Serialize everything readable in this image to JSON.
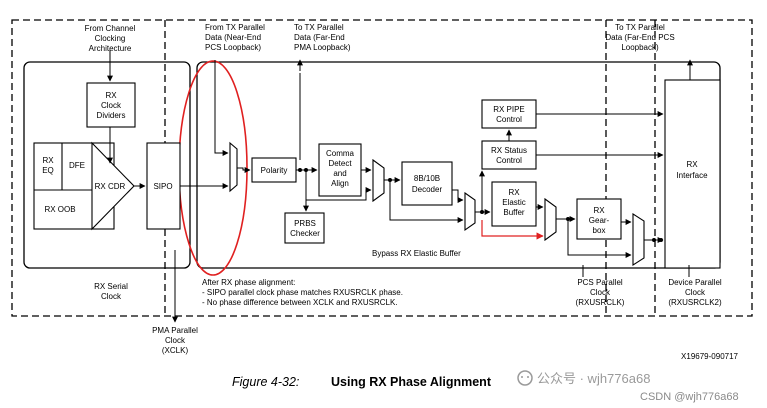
{
  "labels": {
    "from_channel_clocking": [
      "From Channel",
      "Clocking",
      "Architecture"
    ],
    "from_tx_parallel": [
      "From TX Parallel",
      "Data (Near-End",
      "PCS Loopback)"
    ],
    "to_tx_pma": [
      "To TX Parallel",
      "Data (Far-End",
      "PMA Loopback)"
    ],
    "to_tx_pcs": [
      "To TX Parallel",
      "Data (Far-End PCS",
      "Loopback)"
    ],
    "rx_serial_clock": [
      "RX Serial",
      "Clock"
    ],
    "pma_parallel_clock": [
      "PMA Parallel",
      "Clock",
      "(XCLK)"
    ],
    "phase_note": [
      "After RX phase alignment:",
      "- SIPO parallel clock phase matches RXUSRCLK phase.",
      "- No phase difference between XCLK and RXUSRCLK."
    ],
    "bypass_elastic": "Bypass RX Elastic Buffer",
    "pcs_parallel_clock": [
      "PCS Parallel",
      "Clock",
      "(RXUSRCLK)"
    ],
    "device_parallel_clock": [
      "Device Parallel",
      "Clock",
      "(RXUSRCLK2)"
    ],
    "figure_id": "X19679-090717"
  },
  "blocks": {
    "rx_clock_dividers": [
      "RX",
      "Clock",
      "Dividers"
    ],
    "rx_eq": [
      "RX",
      "EQ"
    ],
    "dfe": "DFE",
    "rx_cdr": "RX CDR",
    "rx_oob": "RX OOB",
    "sipo": "SIPO",
    "polarity": "Polarity",
    "comma_align": [
      "Comma",
      "Detect",
      "and",
      "Align"
    ],
    "prbs_checker": [
      "PRBS",
      "Checker"
    ],
    "decoder": [
      "8B/10B",
      "Decoder"
    ],
    "rx_pipe_control": [
      "RX PIPE",
      "Control"
    ],
    "rx_status_control": [
      "RX Status",
      "Control"
    ],
    "rx_elastic_buffer": [
      "RX",
      "Elastic",
      "Buffer"
    ],
    "rx_gearbox": [
      "RX",
      "Gear-",
      "box"
    ],
    "rx_interface": [
      "RX",
      "Interface"
    ]
  },
  "caption": {
    "number": "Figure 4-32:",
    "title": "Using RX Phase Alignment"
  },
  "watermark": {
    "primary": "公众号 · wjh776a68",
    "secondary": "CSDN @wjh776a68"
  },
  "colors": {
    "line": "#000000",
    "highlight_ellipse": "#e02020",
    "bypass_path": "#e02020",
    "watermark": "#9a9a9a"
  }
}
